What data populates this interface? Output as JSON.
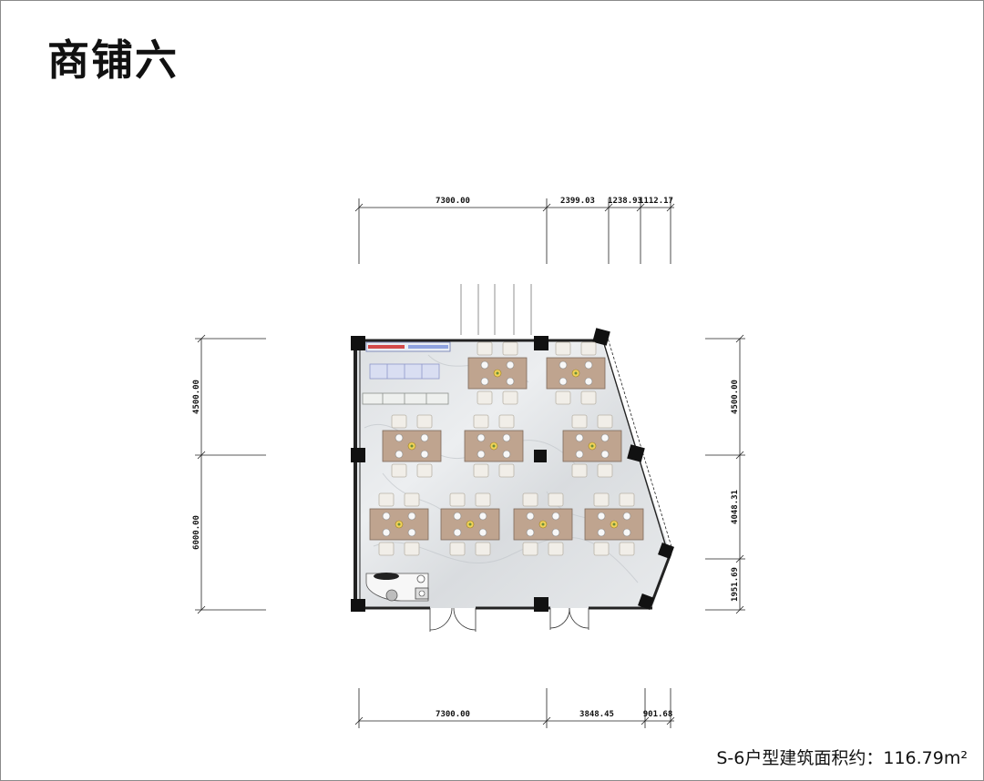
{
  "title": "商铺六",
  "caption": "S-6户型建筑面积约：116.79m²",
  "dimensions": {
    "top": [
      "7300.00",
      "2399.03",
      "1238.93",
      "1112.17"
    ],
    "bottom": [
      "7300.00",
      "3848.45",
      "901.68"
    ],
    "left": [
      "4500.00",
      "6000.00"
    ],
    "right": [
      "4500.00",
      "4048.31",
      "1951.69"
    ]
  }
}
